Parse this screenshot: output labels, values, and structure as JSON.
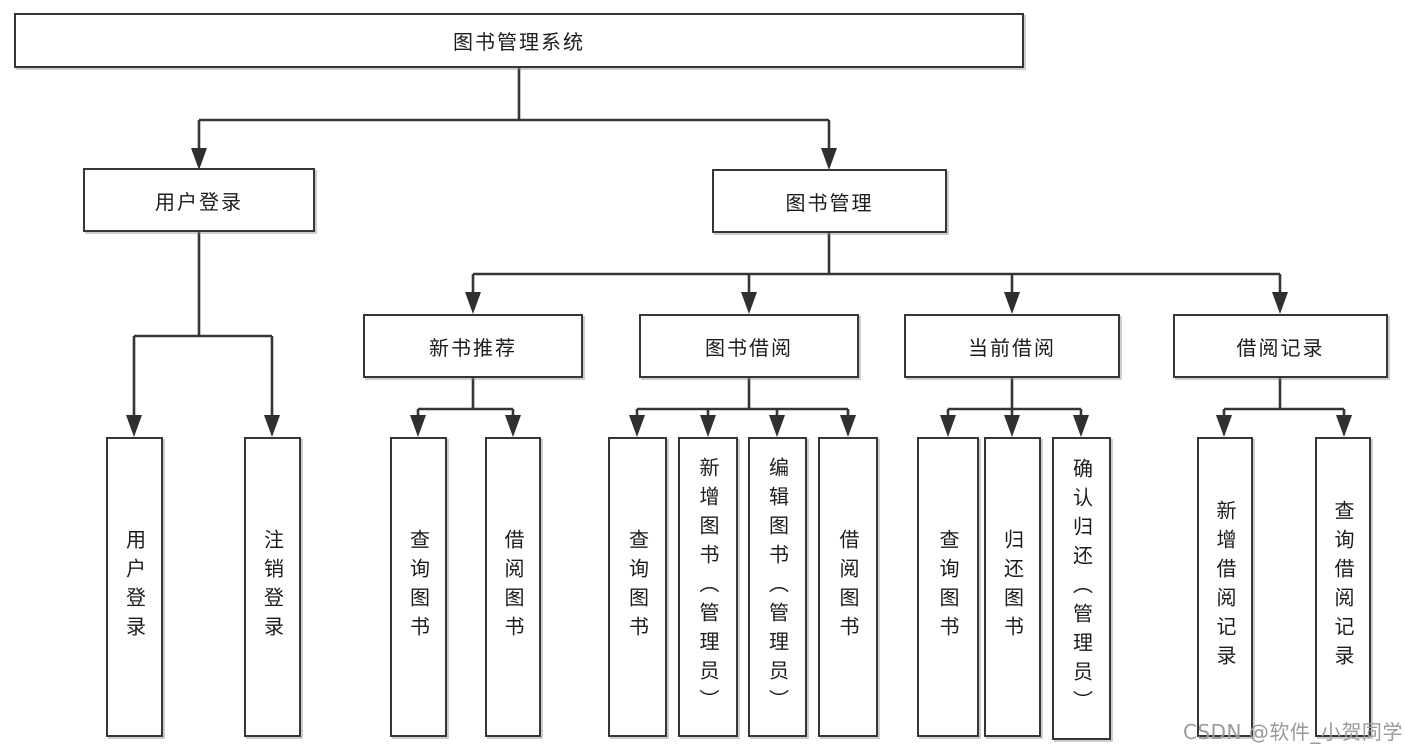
{
  "diagram": {
    "type": "hierarchy-tree",
    "colors": {
      "line": "#363636",
      "box_border": "#363636",
      "box_fill": "#ffffff",
      "text": "#1c1c1c",
      "background": "#ffffff",
      "watermark_text": "#9a9a9a"
    },
    "tree": {
      "root": {
        "label": "图书管理系统",
        "children": [
          {
            "label": "用户登录",
            "children": [
              {
                "label": "用户登录"
              },
              {
                "label": "注销登录"
              }
            ]
          },
          {
            "label": "图书管理",
            "children": [
              {
                "label": "新书推荐",
                "children": [
                  {
                    "label": "查询图书"
                  },
                  {
                    "label": "借阅图书"
                  }
                ]
              },
              {
                "label": "图书借阅",
                "children": [
                  {
                    "label": "查询图书"
                  },
                  {
                    "label": "新增图书（管理员）"
                  },
                  {
                    "label": "编辑图书（管理员）"
                  },
                  {
                    "label": "借阅图书"
                  }
                ]
              },
              {
                "label": "当前借阅",
                "children": [
                  {
                    "label": "查询图书"
                  },
                  {
                    "label": "归还图书"
                  },
                  {
                    "label": "确认归还（管理员）"
                  }
                ]
              },
              {
                "label": "借阅记录",
                "children": [
                  {
                    "label": "新增借阅记录"
                  },
                  {
                    "label": "查询借阅记录"
                  }
                ]
              }
            ]
          }
        ]
      }
    },
    "watermark": "CSDN @软件_小贺同学"
  }
}
